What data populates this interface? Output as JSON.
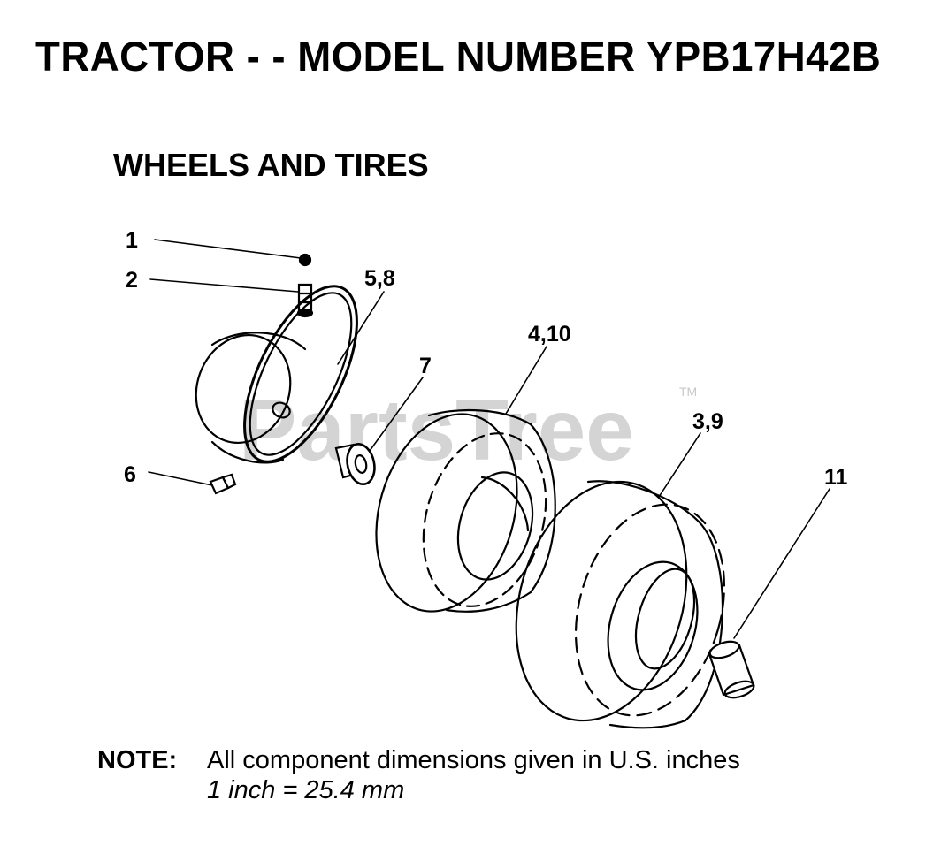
{
  "header": {
    "title": "TRACTOR - - MODEL NUMBER YPB17H42B",
    "subtitle": "WHEELS AND TIRES"
  },
  "watermark": {
    "text": "PartsTree",
    "tm": "TM"
  },
  "callouts": [
    "1",
    "2",
    "5,8",
    "4,10",
    "7",
    "3,9",
    "6",
    "11"
  ],
  "note": {
    "label": "NOTE:",
    "line1": "All component dimensions given in U.S. inches",
    "line2": "1 inch = 25.4 mm"
  },
  "colors": {
    "ink": "#000000",
    "watermark": "#d4d4d4",
    "background": "#ffffff"
  }
}
